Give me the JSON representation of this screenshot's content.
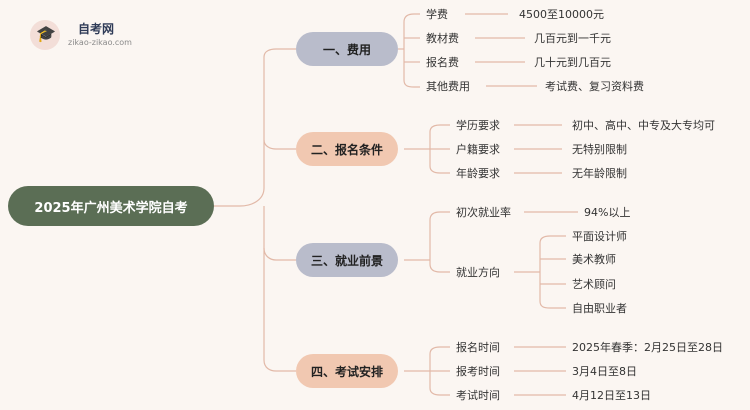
{
  "logo": {
    "name": "自考网",
    "url": "zikao-zikao.com"
  },
  "root": "2025年广州美术学院自考",
  "branches": [
    {
      "title": "一、费用",
      "items": [
        {
          "label": "学费",
          "value": "4500至10000元"
        },
        {
          "label": "教材费",
          "value": "几百元到一千元"
        },
        {
          "label": "报名费",
          "value": "几十元到几百元"
        },
        {
          "label": "其他费用",
          "value": "考试费、复习资料费"
        }
      ]
    },
    {
      "title": "二、报名条件",
      "items": [
        {
          "label": "学历要求",
          "value": "初中、高中、中专及大专均可"
        },
        {
          "label": "户籍要求",
          "value": "无特别限制"
        },
        {
          "label": "年龄要求",
          "value": "无年龄限制"
        }
      ]
    },
    {
      "title": "三、就业前景",
      "items": [
        {
          "label": "初次就业率",
          "value": "94%以上"
        },
        {
          "label": "就业方向",
          "values": [
            "平面设计师",
            "美术教师",
            "艺术顾问",
            "自由职业者"
          ]
        }
      ]
    },
    {
      "title": "四、考试安排",
      "items": [
        {
          "label": "报名时间",
          "value": "2025年春季：2月25日至28日"
        },
        {
          "label": "报考时间",
          "value": "3月4日至8日"
        },
        {
          "label": "考试时间",
          "value": "4月12日至13日"
        }
      ]
    }
  ]
}
